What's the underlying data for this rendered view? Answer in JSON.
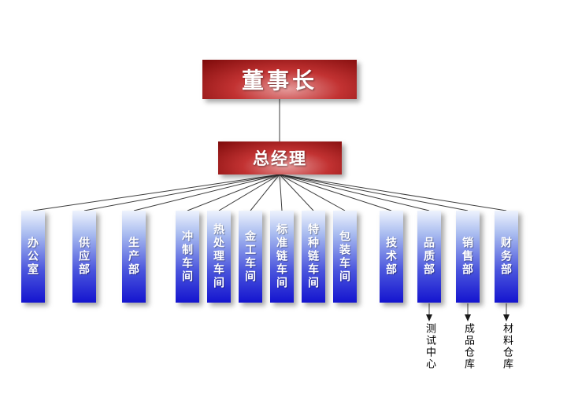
{
  "chart": {
    "type": "org-chart",
    "root": "董事长",
    "manager": "总经理",
    "groups": {
      "left": [
        "办公室",
        "供应部",
        "生产部"
      ],
      "middle": [
        "冲制车间",
        "热处理车间",
        "金工车间",
        "标准链车间",
        "特种链车间",
        "包装车间"
      ],
      "right": [
        "技术部",
        "品质部",
        "销售部",
        "财务部"
      ]
    },
    "sub_units": [
      {
        "parent": "品质部",
        "label": "测试中心"
      },
      {
        "parent": "销售部",
        "label": "成品仓库"
      },
      {
        "parent": "财务部",
        "label": "材料仓库"
      }
    ],
    "colors": {
      "executive_box": "#c23232",
      "department_box_top": "#eef3fd",
      "department_box_bottom": "#1414cf",
      "connector_line": "#3c3c3c",
      "text_on_box": "#ffffff",
      "sub_label_text": "#000000",
      "background": "#ffffff"
    }
  }
}
